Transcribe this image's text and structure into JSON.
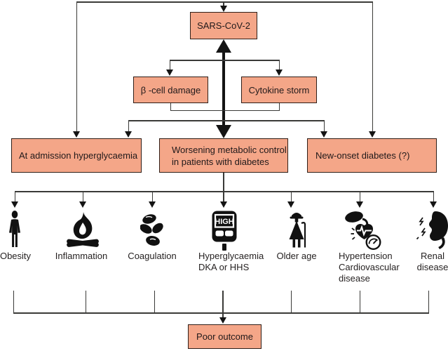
{
  "diagram": {
    "nodes": {
      "sars": {
        "label": "SARS-CoV-2"
      },
      "beta_cell": {
        "label": "β -cell damage"
      },
      "cytokine": {
        "label": "Cytokine storm"
      },
      "admission": {
        "label": "At admission hyperglycaemia"
      },
      "worsening": {
        "line1": "Worsening metabolic control",
        "line2": "in patients with diabetes"
      },
      "new_onset": {
        "label": "New-onset diabetes (?)"
      },
      "poor_outcome": {
        "label": "Poor outcome"
      }
    },
    "glucose_meter_display": "HIGH",
    "risk_factors": [
      {
        "icon": "person-icon",
        "lines": [
          "Obesity"
        ]
      },
      {
        "icon": "fire-icon",
        "lines": [
          "Inflammation"
        ]
      },
      {
        "icon": "blood-cells-icon",
        "lines": [
          "Coagulation"
        ]
      },
      {
        "icon": "glucose-meter-icon",
        "lines": [
          "Hyperglycaemia",
          "DKA or HHS"
        ]
      },
      {
        "icon": "elderly-person-icon",
        "lines": [
          "Older age"
        ]
      },
      {
        "icon": "blood-pressure-icon",
        "lines": [
          "Hypertension",
          "Cardiovascular",
          "disease"
        ]
      },
      {
        "icon": "kidney-icon",
        "lines": [
          "Renal",
          "disease"
        ]
      }
    ],
    "colors": {
      "box_fill": "#f4a688",
      "box_border": "#2f1f18",
      "connector": "#3a3a38",
      "arrow": "#141414",
      "text": "#231f1f"
    }
  }
}
